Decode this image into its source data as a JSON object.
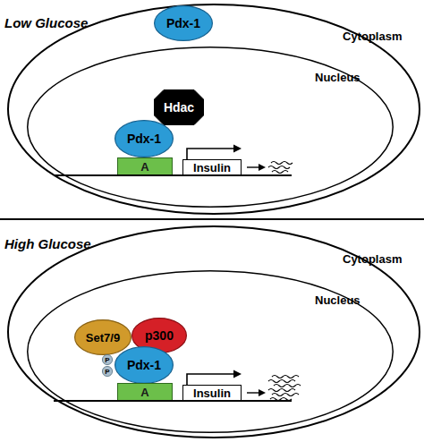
{
  "diagram": {
    "nodes": [
      {
        "text": [
          "Low Glucose"
        ]
      },
      {
        "text": [
          "Cytoplasm"
        ],
        "in": 0
      },
      {
        "text": [
          "Nucleus"
        ],
        "in": 1
      },
      {
        "text": [
          "Pdx-1"
        ],
        "in": 1
      },
      {
        "text": [
          "Hdac"
        ],
        "in": 2
      },
      {
        "text": [
          "Pdx-1"
        ],
        "in": 2
      },
      {
        "text": [
          "A"
        ],
        "in": 2
      },
      {
        "text": [
          "Insulin"
        ],
        "in": 2
      },
      {
        "text": [
          "High Glucose"
        ]
      },
      {
        "text": [
          "Cytoplasm"
        ],
        "in": 8
      },
      {
        "text": [
          "Nucleus"
        ],
        "in": 9
      },
      {
        "text": [
          "Set7/9"
        ],
        "in": 10
      },
      {
        "text": [
          "p300"
        ],
        "in": 10
      },
      {
        "text": [
          "P"
        ],
        "in": 10
      },
      {
        "text": [
          "P"
        ],
        "in": 10
      },
      {
        "text": [
          "Pdx-1"
        ],
        "in": 10
      },
      {
        "text": [
          "A"
        ],
        "in": 10
      },
      {
        "text": [
          "Insulin"
        ],
        "in": 10
      }
    ]
  }
}
